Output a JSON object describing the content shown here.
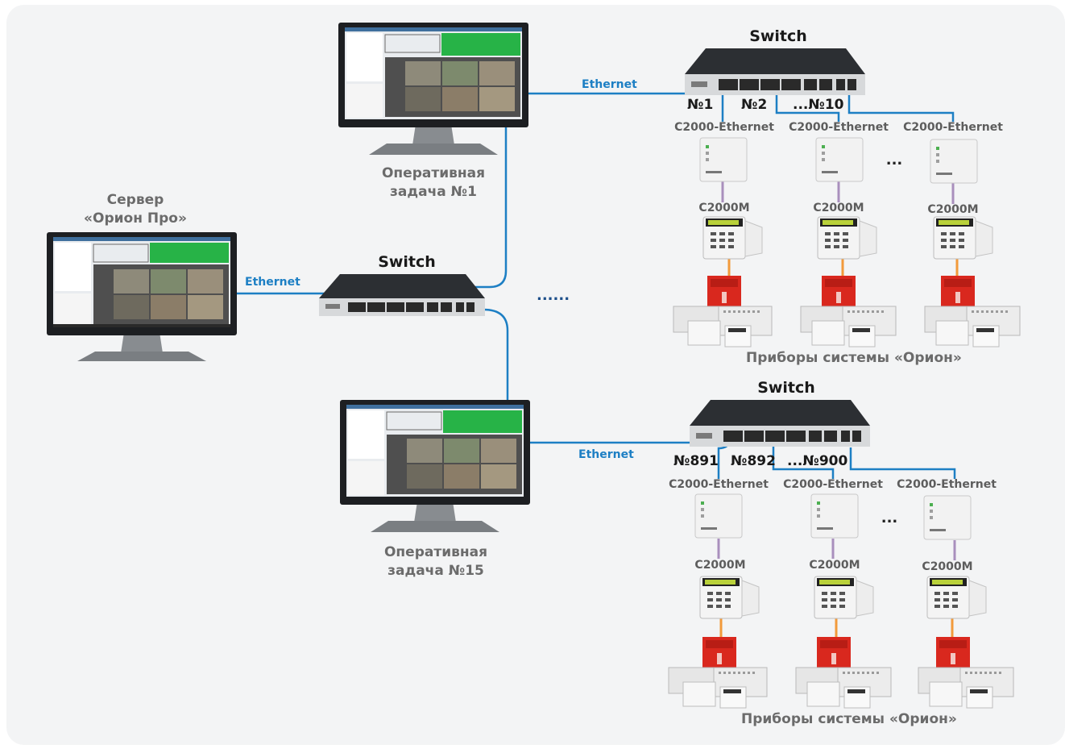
{
  "server": {
    "title_line1": "Сервер",
    "title_line2": "«Орион Про»"
  },
  "workstations": [
    {
      "line1": "Оперативная",
      "line2": "задача №1"
    },
    {
      "line1": "Оперативная",
      "line2": "задача №15"
    }
  ],
  "switches": {
    "center": "Switch",
    "top": "Switch",
    "bottom": "Switch"
  },
  "links": {
    "eth_server": "Ethernet",
    "eth_ws1": "Ethernet",
    "eth_ws15": "Ethernet"
  },
  "top_group": {
    "ports": [
      "№1",
      "№2",
      "...№10"
    ],
    "converter": "С2000-Ethernet",
    "console": "С2000М",
    "family": "Приборы системы «Орион»"
  },
  "bottom_group": {
    "ports": [
      "№891",
      "№892",
      "...№900"
    ],
    "converter": "С2000-Ethernet",
    "console": "С2000М",
    "family": "Приборы системы «Орион»"
  },
  "ellipsis_short": "...",
  "ellipsis_long": "......",
  "colors": {
    "ethernet": "#1d7fc4",
    "rs485_purple": "#a98fbd",
    "rs485_orange": "#f29a3b",
    "panel_bg": "#f3f4f5",
    "device_red": "#d9281e"
  }
}
